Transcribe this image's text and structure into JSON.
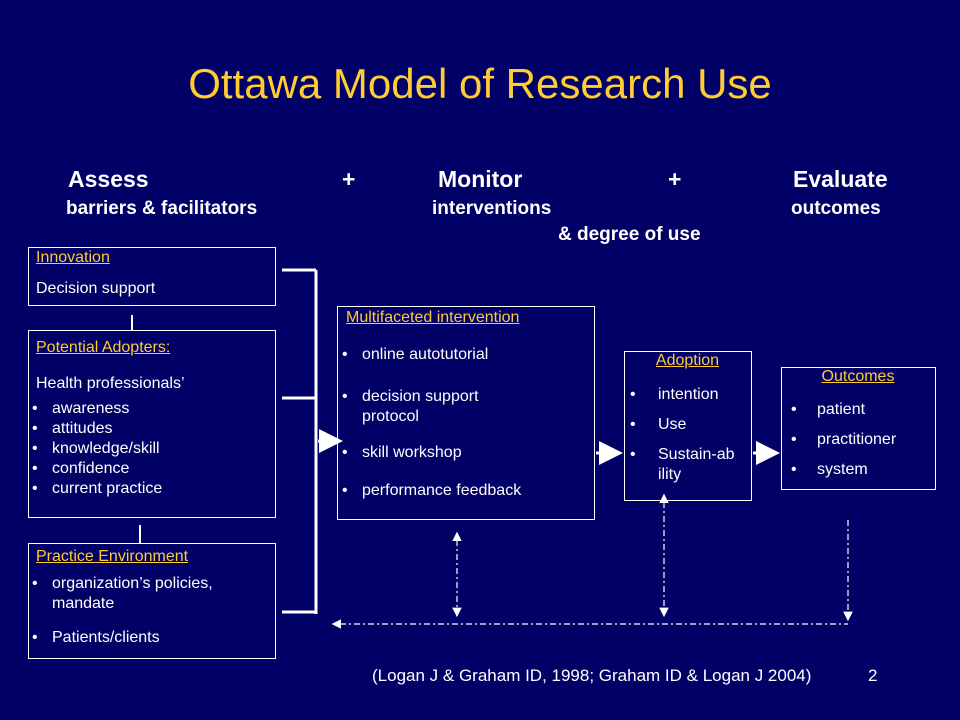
{
  "title": "Ottawa Model of Research Use",
  "phases": {
    "assess": "Assess",
    "plus1": "+",
    "monitor": "Monitor",
    "plus2": "+",
    "evaluate": "Evaluate",
    "assess_sub": "barriers & facilitators",
    "monitor_sub": "interventions",
    "monitor_sub2": "& degree of use",
    "evaluate_sub": "outcomes"
  },
  "innovation": {
    "header": "Innovation",
    "text": "Decision support"
  },
  "adopters": {
    "header": "Potential Adopters:",
    "intro": "Health professionals’",
    "items": [
      "awareness",
      "attitudes",
      "knowledge/skill",
      "confidence",
      "current practice"
    ]
  },
  "environment": {
    "header": "Practice Environment",
    "items": [
      "organization’s policies, mandate",
      "Patients/clients"
    ]
  },
  "intervention": {
    "header": "Multifaceted intervention",
    "items": [
      "online autotutorial",
      "decision support protocol",
      "skill workshop",
      "performance feedback"
    ]
  },
  "adoption": {
    "header": "Adoption",
    "items": [
      "intention",
      "Use",
      "Sustain-ability"
    ]
  },
  "outcomes": {
    "header": "Outcomes",
    "items": [
      "patient",
      "practitioner",
      "system"
    ]
  },
  "citation": "(Logan J & Graham ID, 1998; Graham ID & Logan J 2004)",
  "slide_number": "2",
  "colors": {
    "background": "#000066",
    "accent": "#ffcc33",
    "text": "#ffffff"
  }
}
